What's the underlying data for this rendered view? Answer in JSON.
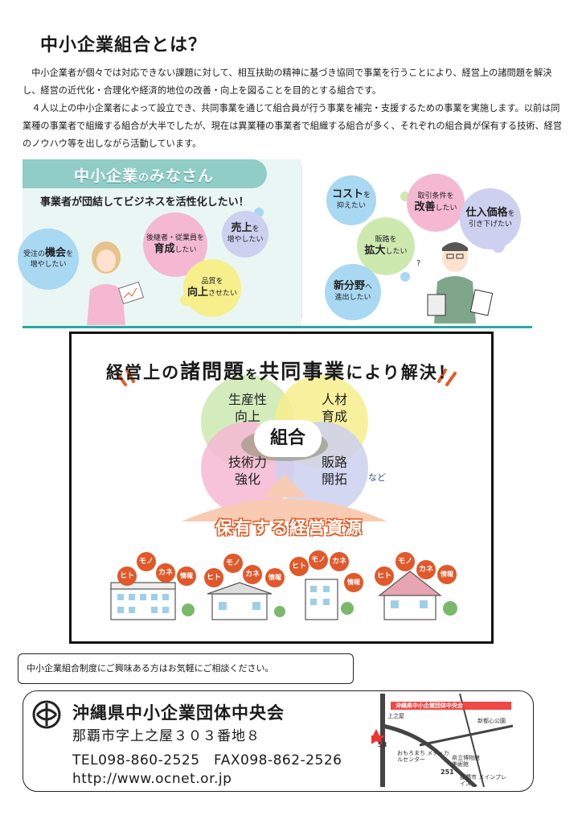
{
  "title": "中小企業組合とは？",
  "intro": [
    "中小企業者が個々では対応できない課題に対して、相互扶助の精神に基づき協同で事業を行うことにより、経営上の諸問題を解決し、経営の近代化・合理化や経済的地位の改善・向上を図ることを目的とする組合です。",
    "４人以上の中小企業者によって設立でき、共同事業を通じて組合員が行う事業を補完・支援するための事業を実施します。以前は同業種の事業者で組織する組合が大半でしたが、現在は異業種の事業者で組織する組合が多く、それぞれの組合員が保有する技術、経営のノウハウ等を出しながら活動しています。"
  ],
  "panel": {
    "title_main": "中小企業",
    "title_no": "の",
    "title_rest": "みなさん",
    "subtitle": "事業者が団結してビジネスを活性化したい！",
    "bubbles": {
      "kikai": [
        "受注の",
        "機会",
        "を",
        "増やしたい"
      ],
      "ikusei": [
        "後継者・従業員を",
        "育成",
        "したい"
      ],
      "uriage": [
        "売上",
        "を",
        "増やしたい"
      ],
      "hinshitsu": [
        "品質を",
        "向上",
        "させたい"
      ],
      "cost": [
        "コスト",
        "を",
        "抑えたい"
      ],
      "hanro": [
        "販路を",
        "拡大",
        "したい"
      ],
      "torihiki": [
        "取引条件を",
        "改善",
        "したい"
      ],
      "shiire": [
        "仕入価格",
        "を",
        "引き下げたい"
      ],
      "shinbunya": [
        "新分野",
        "へ",
        "進出したい"
      ]
    },
    "colors": {
      "teal": "#8fcdc6",
      "pink": "#f4b8d3",
      "blue": "#a9d8f2",
      "yellow": "#f6ef8c",
      "green": "#cde9b0"
    }
  },
  "diagram": {
    "banner_a": "経営上の",
    "banner_b": "諸問題",
    "banner_c": "を",
    "banner_d": "共同事業",
    "banner_e": "により解決！",
    "venn": {
      "top_left": [
        "生産性",
        "向上"
      ],
      "top_right": [
        "人材",
        "育成"
      ],
      "bottom_left": [
        "技術力",
        "強化"
      ],
      "bottom_right": [
        "販路",
        "開拓"
      ],
      "center": "組合",
      "etc": "など"
    },
    "resources_title": "保有する経営資源",
    "resource_tags": [
      "ヒト",
      "モノ",
      "カネ",
      "情報"
    ]
  },
  "inquiry": "中小企業組合制度にご興味ある方はお気軽にご相談ください。",
  "contact": {
    "org": "沖縄県中小企業団体中央会",
    "address": "那覇市字上之屋３０３番地８",
    "phone": "TEL098-860-2525　FAX098-862-2526",
    "url": "http://www.ocnet.or.jp",
    "map": {
      "label_org": "沖縄県中小企業団体中央会",
      "route_58": "58",
      "route_251": "251",
      "label_1": "おもろまち メディカルセンター",
      "label_2": "県立博物館 美術館",
      "label_3": "那覇市 メインプレイス",
      "label_4": "新都心公園",
      "label_5": "上之屋"
    }
  }
}
